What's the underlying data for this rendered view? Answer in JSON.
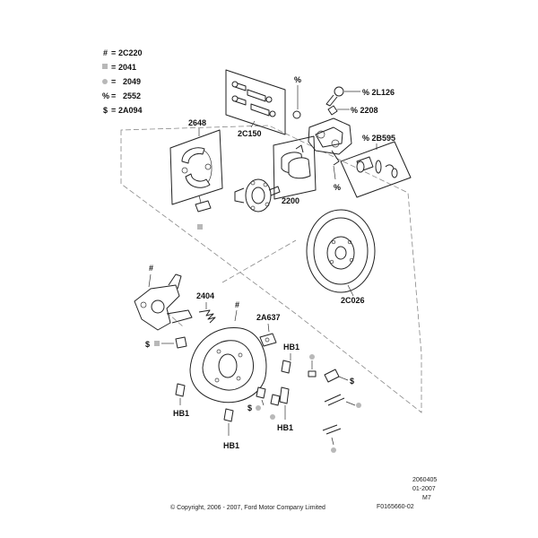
{
  "legend": [
    {
      "symbol": "#",
      "code": "2C220",
      "marker": "text"
    },
    {
      "symbol": "■",
      "code": "2041",
      "marker": "square"
    },
    {
      "symbol": "●",
      "code": "2049",
      "marker": "dot"
    },
    {
      "symbol": "%",
      "code": "2552",
      "marker": "text"
    },
    {
      "symbol": "$",
      "code": "2A094",
      "marker": "text"
    }
  ],
  "legend_eq": "=",
  "callouts": {
    "c2648": "2648",
    "c2C150": "2C150",
    "c2200": "2200",
    "c2C026": "2C026",
    "c2404": "2404",
    "c2A637": "2A637",
    "c2L126": "% 2L126",
    "c2208": "% 2208",
    "c2B595": "% 2B595",
    "hb1_a": "HB1",
    "hb1_b": "HB1",
    "hb1_c": "HB1",
    "hb1_d": "HB1"
  },
  "symbols": {
    "hash": "#",
    "pct": "%",
    "dollar": "$"
  },
  "footer": {
    "code": "2060405",
    "date": "01-2007",
    "model": "M7",
    "ref": "F0165660-02",
    "copyright": "© Copyright, 2006 - 2007, Ford Motor Company Limited"
  },
  "colors": {
    "line": "#222222",
    "marker_grey": "#b8b8b8",
    "guide": "#888888"
  }
}
